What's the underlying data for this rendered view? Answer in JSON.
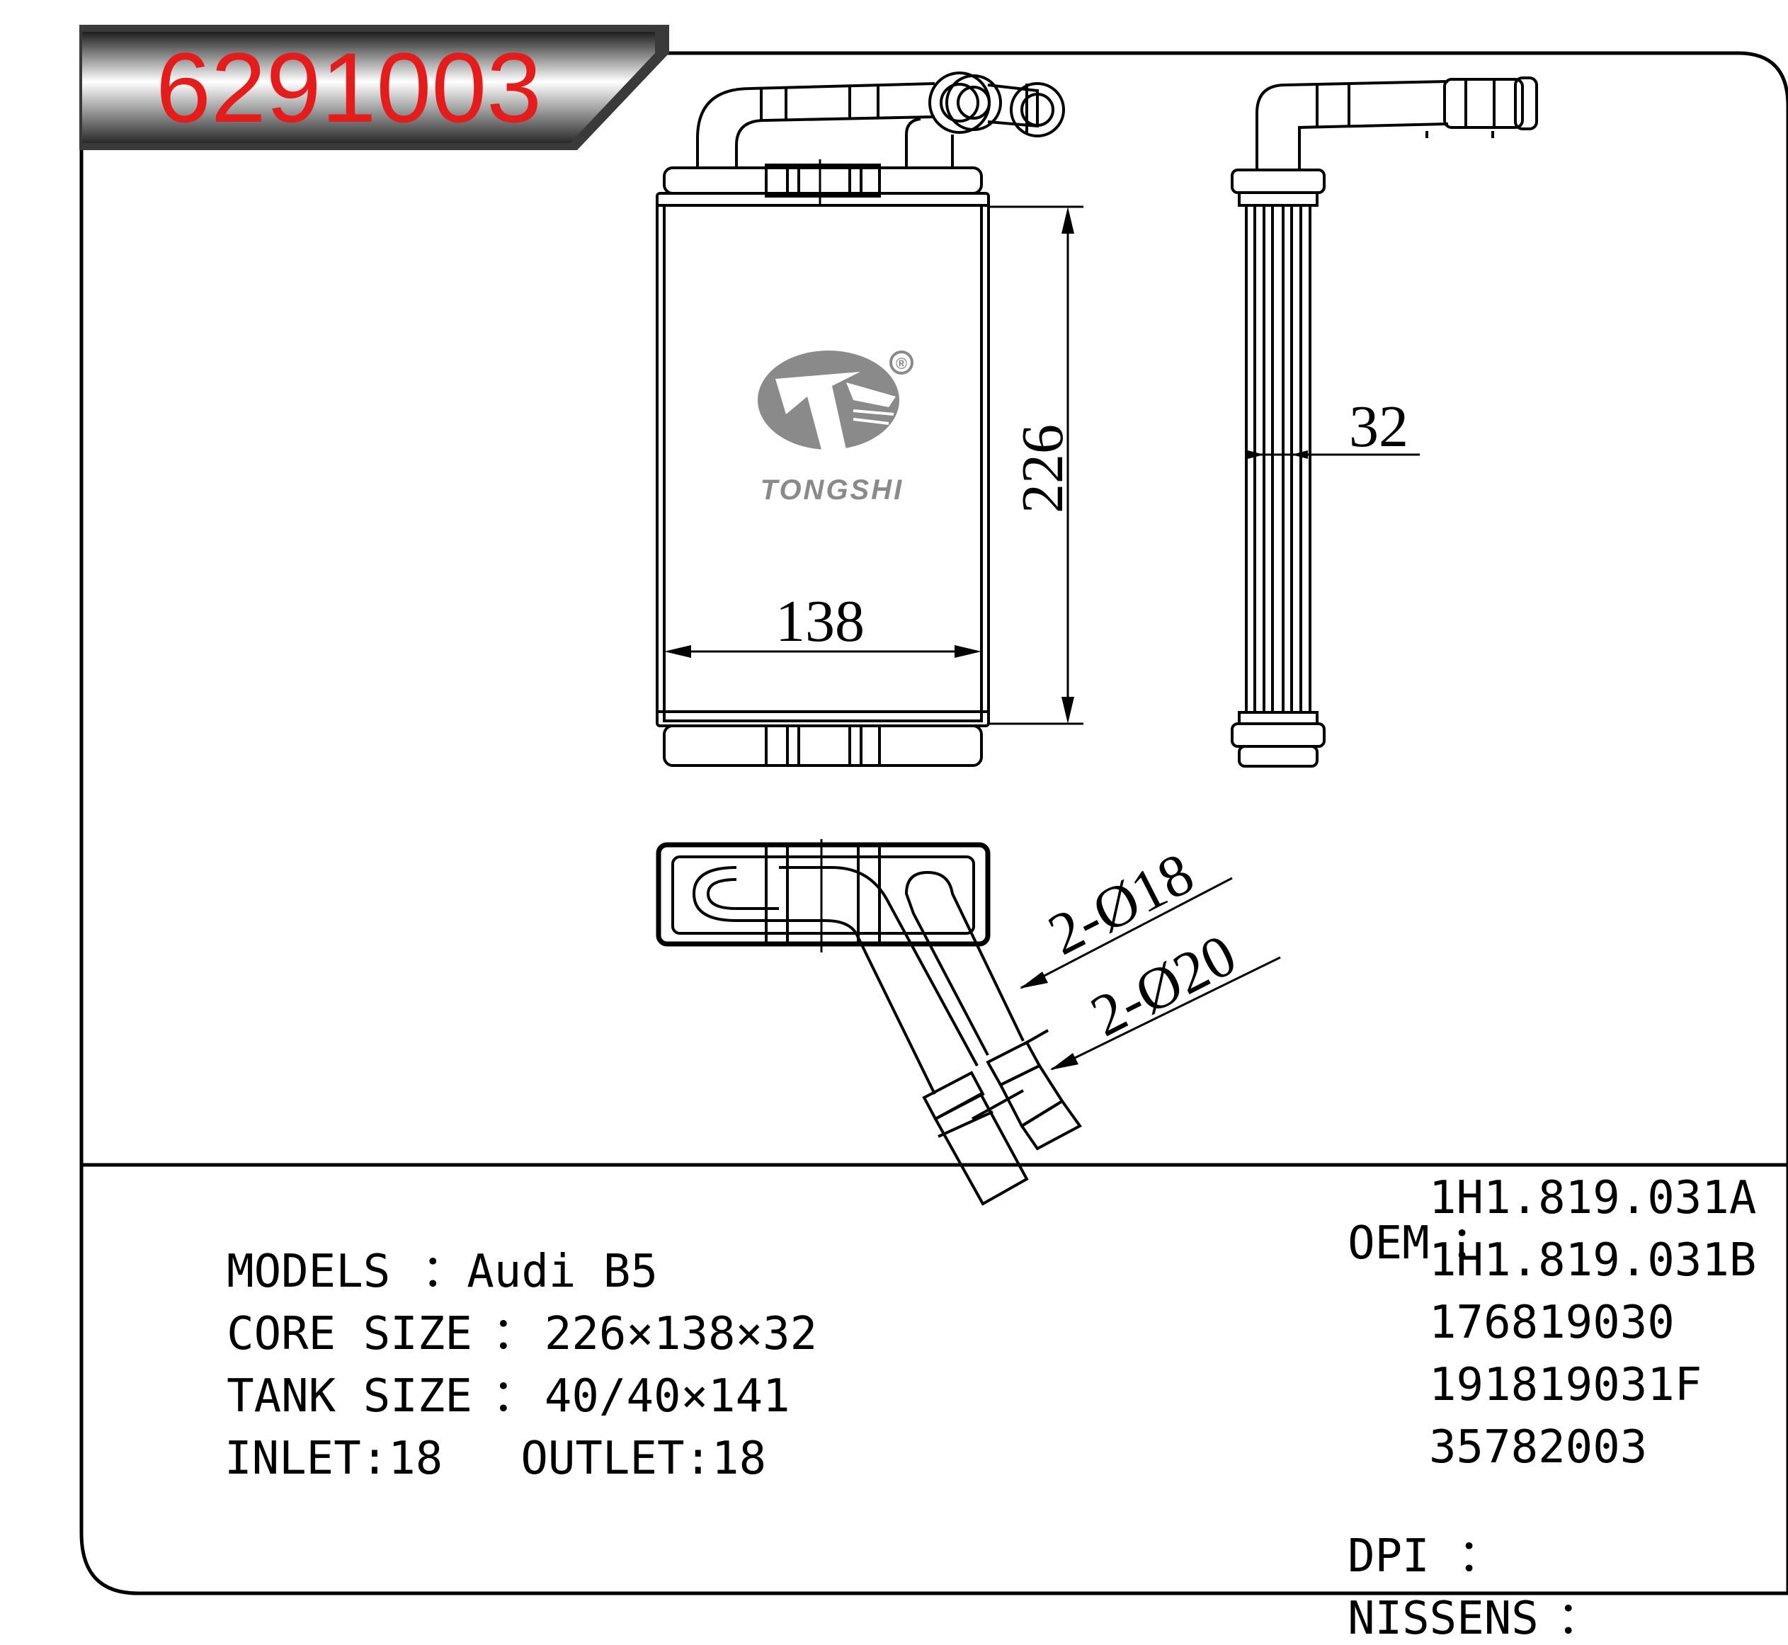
{
  "header": {
    "part_number": "6291003"
  },
  "brand": {
    "name": "TONGSHI",
    "mark": "®"
  },
  "dimensions": {
    "height": "226",
    "width": "138",
    "depth": "32",
    "pipe_outer": "2-Ø18",
    "pipe_inner": "2-Ø20"
  },
  "specs": {
    "models_label": "MODELS",
    "models_sep": "：",
    "models_value": "Audi B5",
    "core_label": "CORE SIZE",
    "core_sep": "：",
    "core_value": "226×138×32",
    "tank_label": "TANK SIZE",
    "tank_sep": "：",
    "tank_value": "40/40×141",
    "inlet_label": "INLET:",
    "inlet_value": "18",
    "outlet_label": "OUTLET:",
    "outlet_value": "18"
  },
  "oem": {
    "label": "OEM",
    "sep": "：",
    "numbers": [
      "1H1.819.031A",
      "1H1.819.031B",
      "176819030",
      "191819031F",
      "35782003"
    ]
  },
  "dpi": {
    "label": "DPI",
    "sep": "：",
    "value": ""
  },
  "nissens": {
    "label": "NISSENS",
    "sep": "：",
    "value": ""
  },
  "colors": {
    "title_red": "#e51c1c",
    "banner_dark": "#3a3a3a",
    "logo_gray": "#8a8a8a"
  }
}
